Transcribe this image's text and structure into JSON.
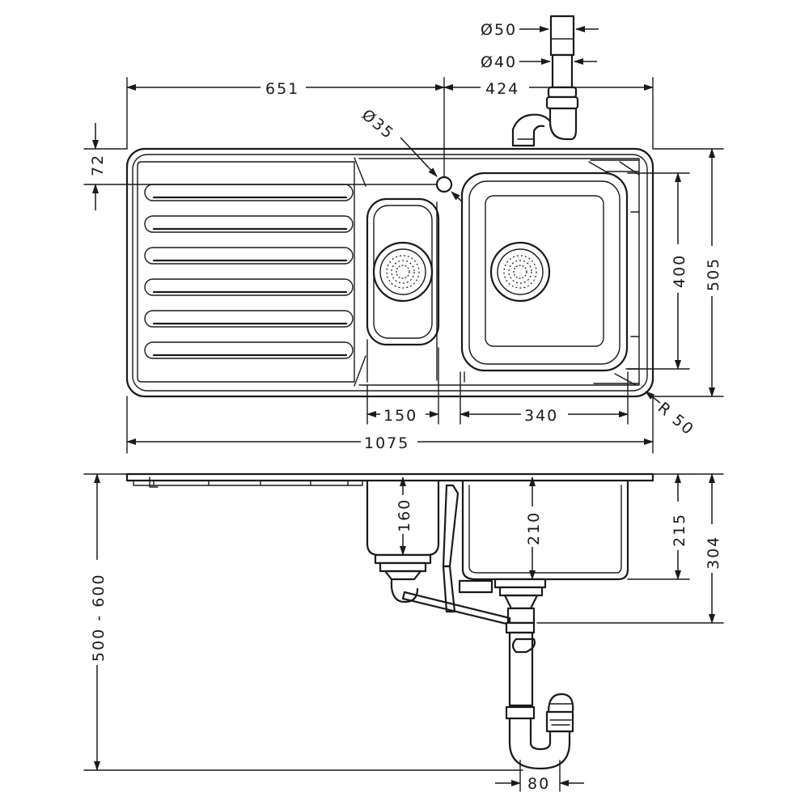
{
  "labels": {
    "pipe_outer_dia": "Ø50",
    "pipe_inner_dia": "Ø40",
    "tap_hole_dia": "Ø35",
    "drainer_width": "651",
    "bowl_section_width": "424",
    "tap_hole_offset": "72",
    "bowl_depth_front_back": "400",
    "overall_depth": "505",
    "corner_radius": "R 50",
    "small_bowl_width": "150",
    "large_bowl_width": "340",
    "overall_width": "1075",
    "small_bowl_height": "160",
    "large_bowl_height": "210",
    "cabinet_height": "500 - 600",
    "bowl_total_depth": "215",
    "outlet_depth": "304",
    "trap_offset": "80"
  },
  "colors": {
    "line": "#1a1a1a",
    "background": "#ffffff"
  }
}
